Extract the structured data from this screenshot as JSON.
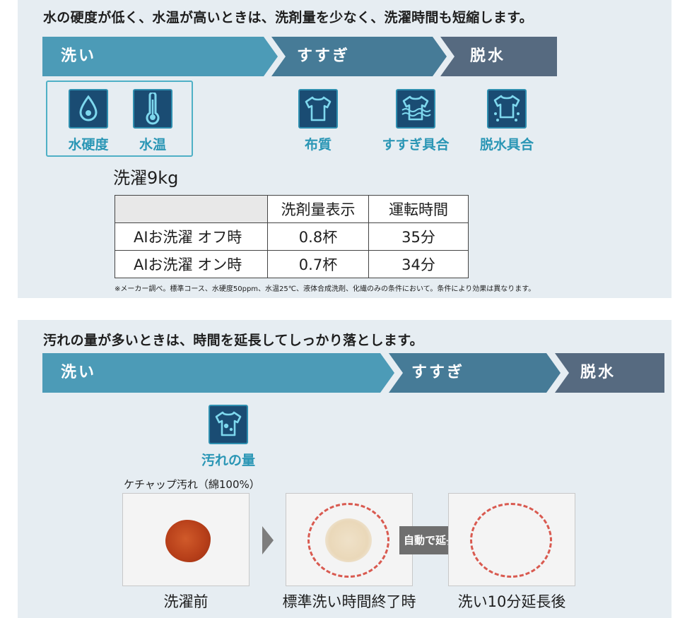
{
  "panel1": {
    "headline": "水の硬度が低く、水温が高いときは、洗剤量を少なく、洗濯時間も短縮します。",
    "steps": [
      "洗い",
      "すすぎ",
      "脱水"
    ],
    "sensors": [
      {
        "label": "水硬度",
        "icon": "water-drop-icon"
      },
      {
        "label": "水温",
        "icon": "thermometer-icon"
      },
      {
        "label": "布質",
        "icon": "shirt-icon"
      },
      {
        "label": "すすぎ具合",
        "icon": "rinse-shirt-icon"
      },
      {
        "label": "脱水具合",
        "icon": "spin-shirt-icon"
      }
    ],
    "load": "洗濯9kg",
    "table": {
      "headers": [
        "",
        "洗剤量表示",
        "運転時間"
      ],
      "rows": [
        [
          "AIお洗濯 オフ時",
          "0.8杯",
          "35分"
        ],
        [
          "AIお洗濯 オン時",
          "0.7杯",
          "34分"
        ]
      ]
    },
    "note": "※メーカー調べ。標準コース、水硬度50ppm、水温25℃、液体合成洗剤、化繊のみの条件において。条件により効果は異なります。"
  },
  "panel2": {
    "headline": "汚れの量が多いときは、時間を延長してしっかり落とします。",
    "steps": [
      "洗い",
      "すすぎ",
      "脱水"
    ],
    "sensor": {
      "label": "汚れの量",
      "icon": "stained-shirt-icon"
    },
    "swatch_caption": "ケチャップ汚れ（綿100%）",
    "auto_label": "自動で延長",
    "captions": [
      "洗濯前",
      "標準洗い時間終了時",
      "洗い10分延長後"
    ]
  },
  "colors": {
    "panel_bg": "#e6edf2",
    "wash_step": "#4c9bb7",
    "rinse_step": "#467b97",
    "spin_step": "#566a80",
    "sensor_label": "#2a96b5",
    "icon_bg": "#1a4c73",
    "stain": "#b8401a",
    "dashed_ring": "#d95a50"
  }
}
